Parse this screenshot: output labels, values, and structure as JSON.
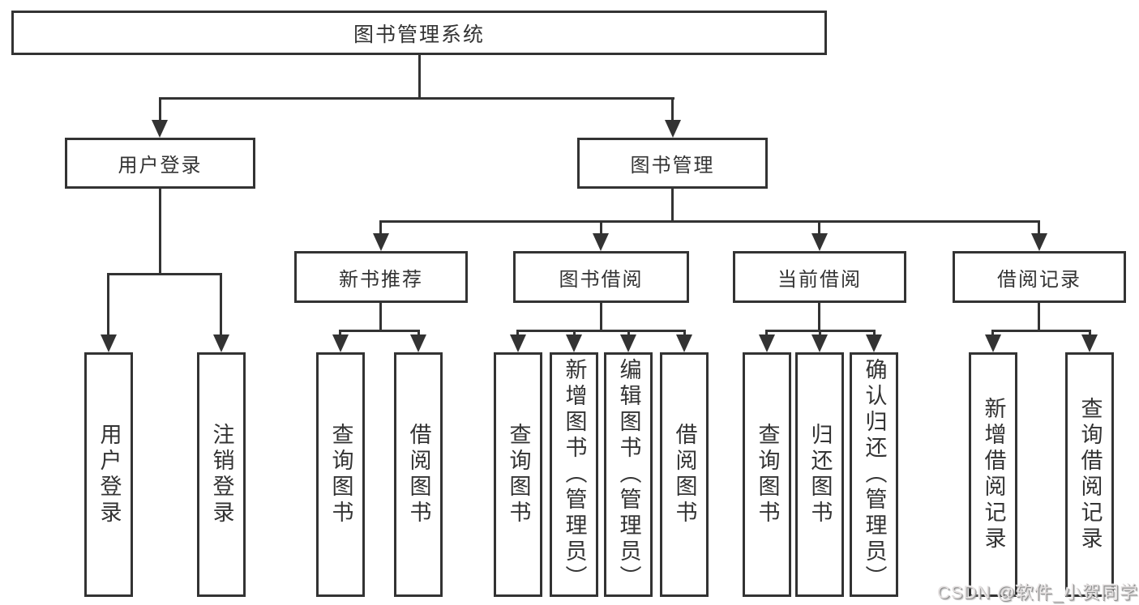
{
  "diagram": {
    "root": "图书管理系统",
    "branches": [
      {
        "label": "用户登录",
        "children": [
          "用户登录",
          "注销登录"
        ]
      },
      {
        "label": "图书管理",
        "sections": [
          {
            "label": "新书推荐",
            "children": [
              "查询图书",
              "借阅图书"
            ]
          },
          {
            "label": "图书借阅",
            "children": [
              "查询图书",
              "新增图书（管理员）",
              "编辑图书（管理员）",
              "借阅图书"
            ]
          },
          {
            "label": "当前借阅",
            "children": [
              "查询图书",
              "归还图书",
              "确认归还（管理员）"
            ]
          },
          {
            "label": "借阅记录",
            "children": [
              "新增借阅记录",
              "查询借阅记录"
            ]
          }
        ]
      }
    ]
  },
  "watermark": {
    "text": "CSDN @软件_小贺同学"
  },
  "colors": {
    "line": "#333333",
    "text": "#333333",
    "background": "#ffffff",
    "watermark": "#e3dfdf"
  }
}
